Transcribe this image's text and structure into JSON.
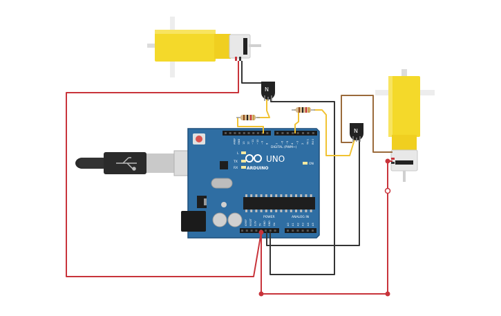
{
  "board": {
    "logo": "ARDUINO",
    "model": "UNO",
    "digital_label": "DIGITAL (PWM~)",
    "power_label": "POWER",
    "analog_label": "ANALOG IN",
    "on_label": "ON",
    "led_labels": [
      "L",
      "TX",
      "RX"
    ],
    "top_pins": [
      "AREF",
      "GND",
      "13",
      "12",
      "~11",
      "~10",
      "~9",
      "8",
      "7",
      "~6",
      "~5",
      "4",
      "~3",
      "2",
      "TX 1",
      "RX 0"
    ],
    "power_pins": [
      "IOREF",
      "RESET",
      "3.3V",
      "5V",
      "GND",
      "GND",
      "Vin"
    ],
    "analog_pins": [
      "A0",
      "A1",
      "A2",
      "A3",
      "A4",
      "A5"
    ]
  },
  "transistors": [
    {
      "label": "N"
    },
    {
      "label": "N"
    }
  ],
  "colors": {
    "board": "#2f6ea3",
    "board_edge": "#1f4f7a",
    "motor": "#f4d92a",
    "wire_red": "#c8333a",
    "wire_black": "#333333",
    "wire_yellow": "#f1c232",
    "wire_brown": "#9a6a3a"
  }
}
